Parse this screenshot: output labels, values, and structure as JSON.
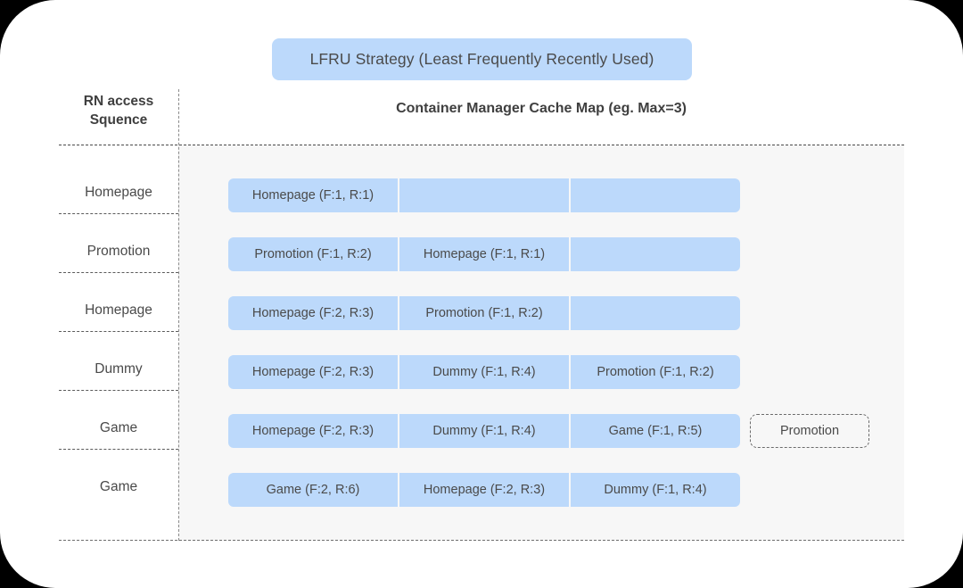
{
  "banner": {
    "title": "LFRU Strategy (Least Frequently Recently Used)"
  },
  "headers": {
    "left_line1": "RN access",
    "left_line2": "Squence",
    "right": "Container Manager Cache Map (eg. Max=3)"
  },
  "colors": {
    "cell_fill": "#bcd9fb",
    "panel_bg": "#f7f7f7",
    "card_bg": "#ffffff",
    "page_bg": "#000000",
    "text": "#4a4a4a",
    "header_text": "#3f3f3f",
    "dash_line": "#5b5b5b"
  },
  "rows": [
    {
      "access": "Homepage",
      "cells": [
        "Homepage (F:1, R:1)",
        "",
        ""
      ],
      "evicted": null
    },
    {
      "access": "Promotion",
      "cells": [
        "Promotion (F:1, R:2)",
        "Homepage (F:1, R:1)",
        ""
      ],
      "evicted": null
    },
    {
      "access": "Homepage",
      "cells": [
        "Homepage (F:2, R:3)",
        "Promotion (F:1, R:2)",
        ""
      ],
      "evicted": null
    },
    {
      "access": "Dummy",
      "cells": [
        "Homepage (F:2, R:3)",
        "Dummy (F:1, R:4)",
        "Promotion (F:1, R:2)"
      ],
      "evicted": null
    },
    {
      "access": "Game",
      "cells": [
        "Homepage (F:2, R:3)",
        "Dummy (F:1, R:4)",
        "Game (F:1, R:5)"
      ],
      "evicted": "Promotion"
    },
    {
      "access": "Game",
      "cells": [
        "Game (F:2, R:6)",
        "Homepage (F:2, R:3)",
        "Dummy (F:1, R:4)"
      ],
      "evicted": null
    }
  ]
}
